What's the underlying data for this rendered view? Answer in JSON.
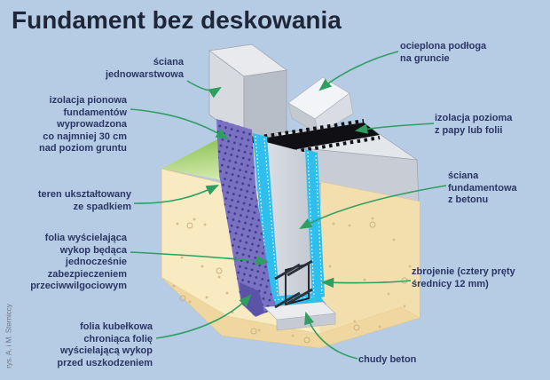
{
  "title": "Fundament bez deskowania",
  "credit": "rys. A. i M. Sterniccy",
  "labels": {
    "sciana_jednowarstwowa": "ściana\njednowarstwowa",
    "izolacja_pionowa": "izolacja pionowa\nfundamentów\nwyprowadzona\nco najmniej 30 cm\nnad poziom gruntu",
    "teren": "teren ukształtowany\nze spadkiem",
    "folia_wyscielajaca": "folia wyścielająca\nwykop będąca\njednocześnie\nzabezpieczeniem\nprzeciwwilgociowym",
    "folia_kubelkowa": "folia kubełkowa\nchroniąca folię\nwyścielającą wykop\nprzed uszkodzeniem",
    "ocieplona_podloga": "ocieplona podłoga\nna gruncie",
    "izolacja_pozioma": "izolacja pozioma\nz papy lub folii",
    "sciana_fundamentowa": "ściana\nfundamentowa\nz betonu",
    "zbrojenie": "zbrojenie (cztery pręty\nśrednicy 12 mm)",
    "chudy_beton": "chudy beton"
  },
  "colors": {
    "background": "#B6CCE5",
    "title_text": "#1E2638",
    "label_text": "#2A3564",
    "arrow_green": "#2E9E62",
    "soil": "#F8EBC2",
    "soil_side": "#F3DFAE",
    "terrain_green": "#9CC45E",
    "dimple_membrane_purple": "#7A71C2",
    "dimple_dots": "#3E3A8E",
    "lining_foil_cyan": "#2FBFEF",
    "concrete_grey": "#CDD1D8",
    "horizontal_insulation_black": "#101014"
  }
}
